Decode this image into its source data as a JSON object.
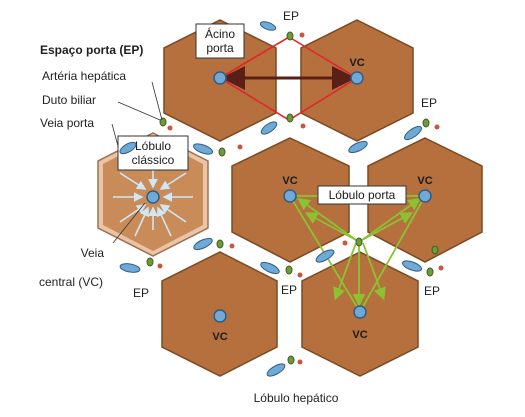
{
  "labels": {
    "portal_space": "Espaço porta (EP)",
    "hepatic_artery": "Artéria hepática",
    "bile_duct": "Duto biliar",
    "portal_vein": "Veia porta",
    "central_vein_line1": "Veia",
    "central_vein_line2": "central (VC)",
    "classic_lobule_line1": "Lóbulo",
    "classic_lobule_line2": "clássico",
    "acinus_line1": "Ácino",
    "acinus_line2": "porta",
    "portal_lobule": "Lóbulo porta",
    "caption": "Lóbulo hepático",
    "ep": "EP",
    "vc": "VC"
  },
  "colors": {
    "lobule_fill": "#b5703e",
    "lobule_stroke": "#7a4a22",
    "classic_fill": "#e9c4a7",
    "vein": "#6faad6",
    "vein_stroke": "#2f5d86",
    "bile_duct": "#6e9a3a",
    "artery": "#c9563a",
    "acinus_line": "#e0262a",
    "portal_lobule_line": "#8cc232",
    "arrow_dark": "#5a1f17"
  }
}
